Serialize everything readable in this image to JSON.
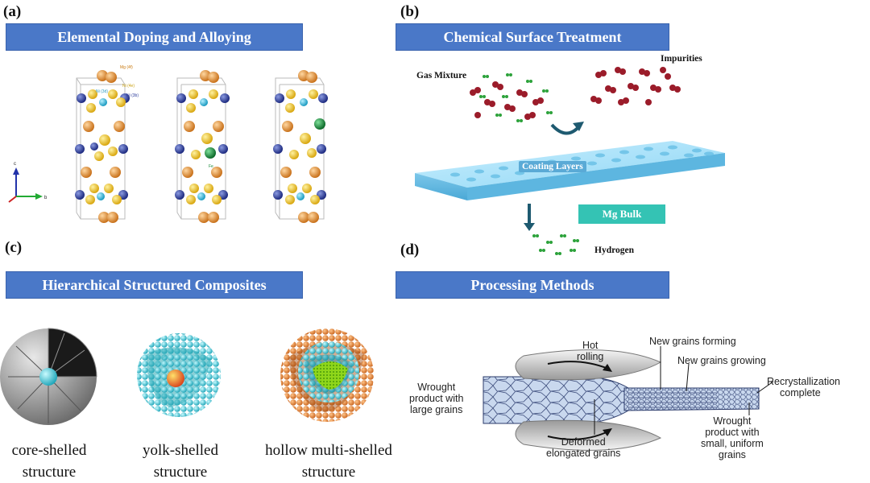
{
  "panels": {
    "a": {
      "letter": "(a)",
      "title": "Elemental Doping and Alloying",
      "labels": {
        "mg": "Mg (4f)",
        "ni3d": "Ni (3d)",
        "ni3b": "Ni (3b)",
        "ni4e": "Ni (4e)",
        "fe": "Fe",
        "axis_c": "c",
        "axis_b": "b"
      }
    },
    "b": {
      "letter": "(b)",
      "title": "Chemical Surface Treatment",
      "labels": {
        "gas": "Gas Mixture",
        "impurities": "Impurities",
        "coating": "Coating Layers",
        "bulk": "Mg Bulk",
        "hydrogen": "Hydrogen"
      }
    },
    "c": {
      "letter": "(c)",
      "title": "Hierarchical  Structured Composites",
      "captions": [
        {
          "line1": "core-shelled",
          "line2": "structure"
        },
        {
          "line1": "yolk-shelled",
          "line2": "structure"
        },
        {
          "line1": "hollow multi-shelled",
          "line2": "structure"
        }
      ]
    },
    "d": {
      "letter": "(d)",
      "title": "Processing Methods",
      "labels": {
        "hot1": "Hot",
        "hot2": "rolling",
        "forming": "New grains forming",
        "growing": "New grains growing",
        "recryst1": "Recrystallization",
        "recryst2": "complete",
        "wl1": "Wrought",
        "wl2": "product with",
        "wl3": "large grains",
        "wr1": "Wrought",
        "wr2": "product with",
        "wr3": "small, uniform",
        "wr4": "grains",
        "def1": "Deformed",
        "def2": "elongated grains"
      }
    }
  },
  "colors": {
    "banner": "#4a78c8",
    "mg_bulk_tag": "#34c3b4",
    "mg_atom": "#e08a2a",
    "ni_atom": "#f2c21b",
    "ni_blue": "#2a3a9a",
    "cyan_atom": "#2bb6d8",
    "fe_atom": "#1a8a3a"
  }
}
